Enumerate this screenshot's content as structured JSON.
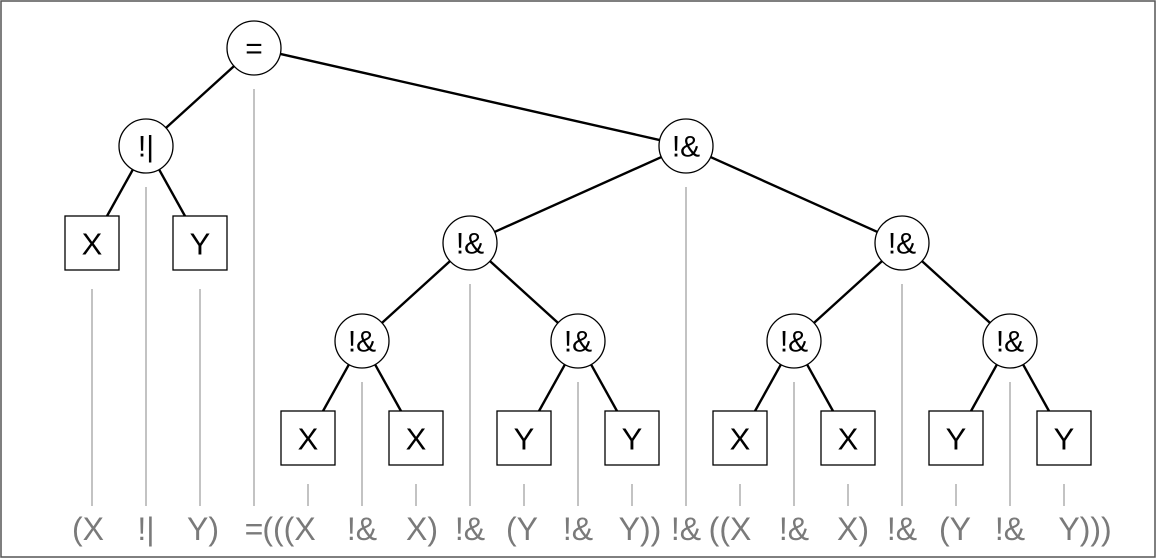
{
  "diagram": {
    "root": "eq",
    "nodes": [
      {
        "id": "eq",
        "kind": "op",
        "label": "="
      },
      {
        "id": "or",
        "kind": "op",
        "label": "!|"
      },
      {
        "id": "nand_top",
        "kind": "op",
        "label": "!&"
      },
      {
        "id": "nand_l",
        "kind": "op",
        "label": "!&"
      },
      {
        "id": "nand_r",
        "kind": "op",
        "label": "!&"
      },
      {
        "id": "nand_ll",
        "kind": "op",
        "label": "!&"
      },
      {
        "id": "nand_lr",
        "kind": "op",
        "label": "!&"
      },
      {
        "id": "nand_rl",
        "kind": "op",
        "label": "!&"
      },
      {
        "id": "nand_rr",
        "kind": "op",
        "label": "!&"
      },
      {
        "id": "x1",
        "kind": "leaf",
        "label": "X"
      },
      {
        "id": "y1",
        "kind": "leaf",
        "label": "Y"
      },
      {
        "id": "x2",
        "kind": "leaf",
        "label": "X"
      },
      {
        "id": "x3",
        "kind": "leaf",
        "label": "X"
      },
      {
        "id": "y2",
        "kind": "leaf",
        "label": "Y"
      },
      {
        "id": "y3",
        "kind": "leaf",
        "label": "Y"
      },
      {
        "id": "x4",
        "kind": "leaf",
        "label": "X"
      },
      {
        "id": "x5",
        "kind": "leaf",
        "label": "X"
      },
      {
        "id": "y4",
        "kind": "leaf",
        "label": "Y"
      },
      {
        "id": "y5",
        "kind": "leaf",
        "label": "Y"
      }
    ],
    "edges": [
      [
        "eq",
        "or"
      ],
      [
        "eq",
        "nand_top"
      ],
      [
        "or",
        "x1"
      ],
      [
        "or",
        "y1"
      ],
      [
        "nand_top",
        "nand_l"
      ],
      [
        "nand_top",
        "nand_r"
      ],
      [
        "nand_l",
        "nand_ll"
      ],
      [
        "nand_l",
        "nand_lr"
      ],
      [
        "nand_r",
        "nand_rl"
      ],
      [
        "nand_r",
        "nand_rr"
      ],
      [
        "nand_ll",
        "x2"
      ],
      [
        "nand_ll",
        "x3"
      ],
      [
        "nand_lr",
        "y2"
      ],
      [
        "nand_lr",
        "y3"
      ],
      [
        "nand_rl",
        "x4"
      ],
      [
        "nand_rl",
        "x5"
      ],
      [
        "nand_rr",
        "y4"
      ],
      [
        "nand_rr",
        "y5"
      ]
    ],
    "expression_tokens": [
      "(X",
      "!|",
      "Y)",
      "=",
      "(((X",
      "!&",
      "X)",
      "!&",
      "(Y",
      "!&",
      "Y))",
      "!&",
      "((X",
      "!&",
      "X)",
      "!&",
      "(Y",
      "!&",
      "Y)))"
    ]
  }
}
